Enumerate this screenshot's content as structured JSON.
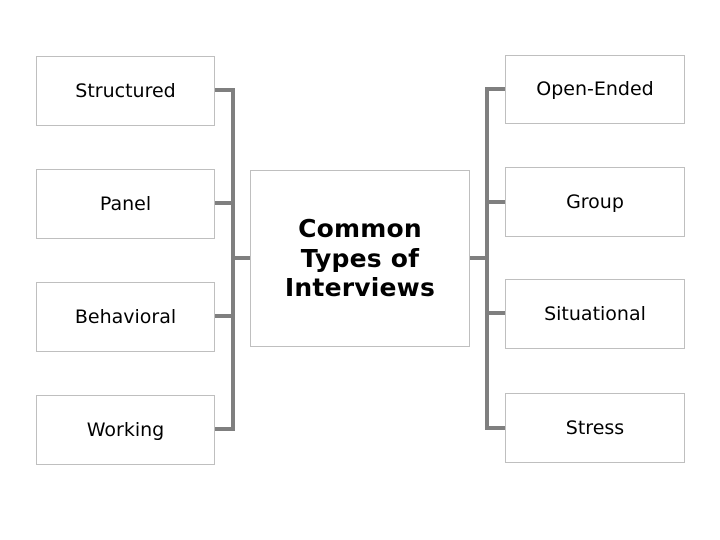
{
  "diagram": {
    "title": "Common Types of Interviews",
    "hub": {
      "label": "Common\nTypes of\nInterviews",
      "line1": "Common",
      "line2": "Types of",
      "line3": "Interviews"
    },
    "left_branches": [
      {
        "label": "Structured"
      },
      {
        "label": "Panel"
      },
      {
        "label": "Behavioral"
      },
      {
        "label": "Working"
      }
    ],
    "right_branches": [
      {
        "label": "Open-Ended"
      },
      {
        "label": "Group"
      },
      {
        "label": "Situational"
      },
      {
        "label": "Stress"
      }
    ],
    "colors": {
      "background": "#ffffff",
      "box_fill": "#ffffff",
      "box_border": "#bfbfbf",
      "connector": "#7f7f7f",
      "text": "#000000"
    }
  }
}
